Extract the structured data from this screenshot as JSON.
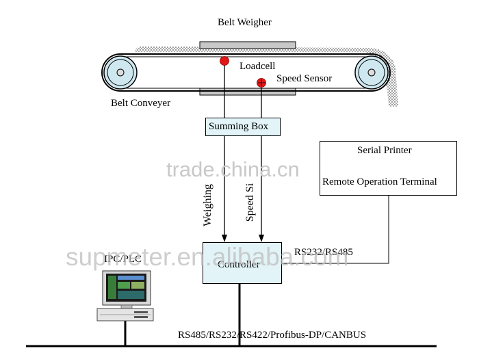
{
  "labels": {
    "belt_weigher": "Belt Weigher",
    "loadcell": "Loadcell",
    "speed_sensor": "Speed Sensor",
    "belt_conveyer": "Belt Conveyer",
    "summing_box": "Summing Box",
    "serial_printer": "Serial Printer",
    "remote_terminal": "Remote Operation Terminal",
    "weighing": "Weighing",
    "speed_signal": "Speed Si",
    "controller": "Controller",
    "rs232_rs485": "RS232/RS485",
    "ipc_plc": "IPC/PLC",
    "bus": "RS485/RS232/RS422/Profibus-DP/CANBUS"
  },
  "watermarks": {
    "trade": "trade.china.cn",
    "supmeter": "supmeter.en.alibaba.com"
  },
  "colors": {
    "box_fill": "#e2f4f8",
    "roller_fill": "#cfe8f0",
    "sensor_red": "#e01818",
    "line": "#000000",
    "watermark": "#c9c9c9"
  }
}
